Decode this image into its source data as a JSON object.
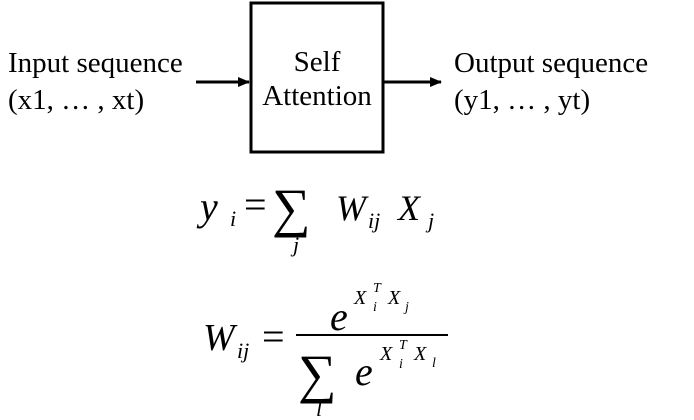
{
  "input": {
    "line1": "Input sequence",
    "line2": "(x1, … , xt)"
  },
  "block": {
    "line1": "Self",
    "line2": "Attention"
  },
  "output": {
    "line1": "Output sequence",
    "line2": "(y1, … , yt)"
  },
  "eq1": {
    "lhs": "y",
    "lhs_sub": "i",
    "equals": "=",
    "sum": "∑",
    "sum_index": "j",
    "w": "W",
    "w_sub": "ij",
    "x": "X",
    "x_sub": "j"
  },
  "eq2": {
    "lhs": "W",
    "lhs_sub": "ij",
    "equals": "=",
    "num_base": "e",
    "num_x1": "X",
    "num_x1_sup": "T",
    "num_x1_sub": "i",
    "num_x2": "X",
    "num_x2_sub": "j",
    "sum": "∑",
    "sum_index": "l",
    "den_base": "e",
    "den_x1": "X",
    "den_x1_sup": "T",
    "den_x1_sub": "i",
    "den_x2": "X",
    "den_x2_sub": "l"
  }
}
